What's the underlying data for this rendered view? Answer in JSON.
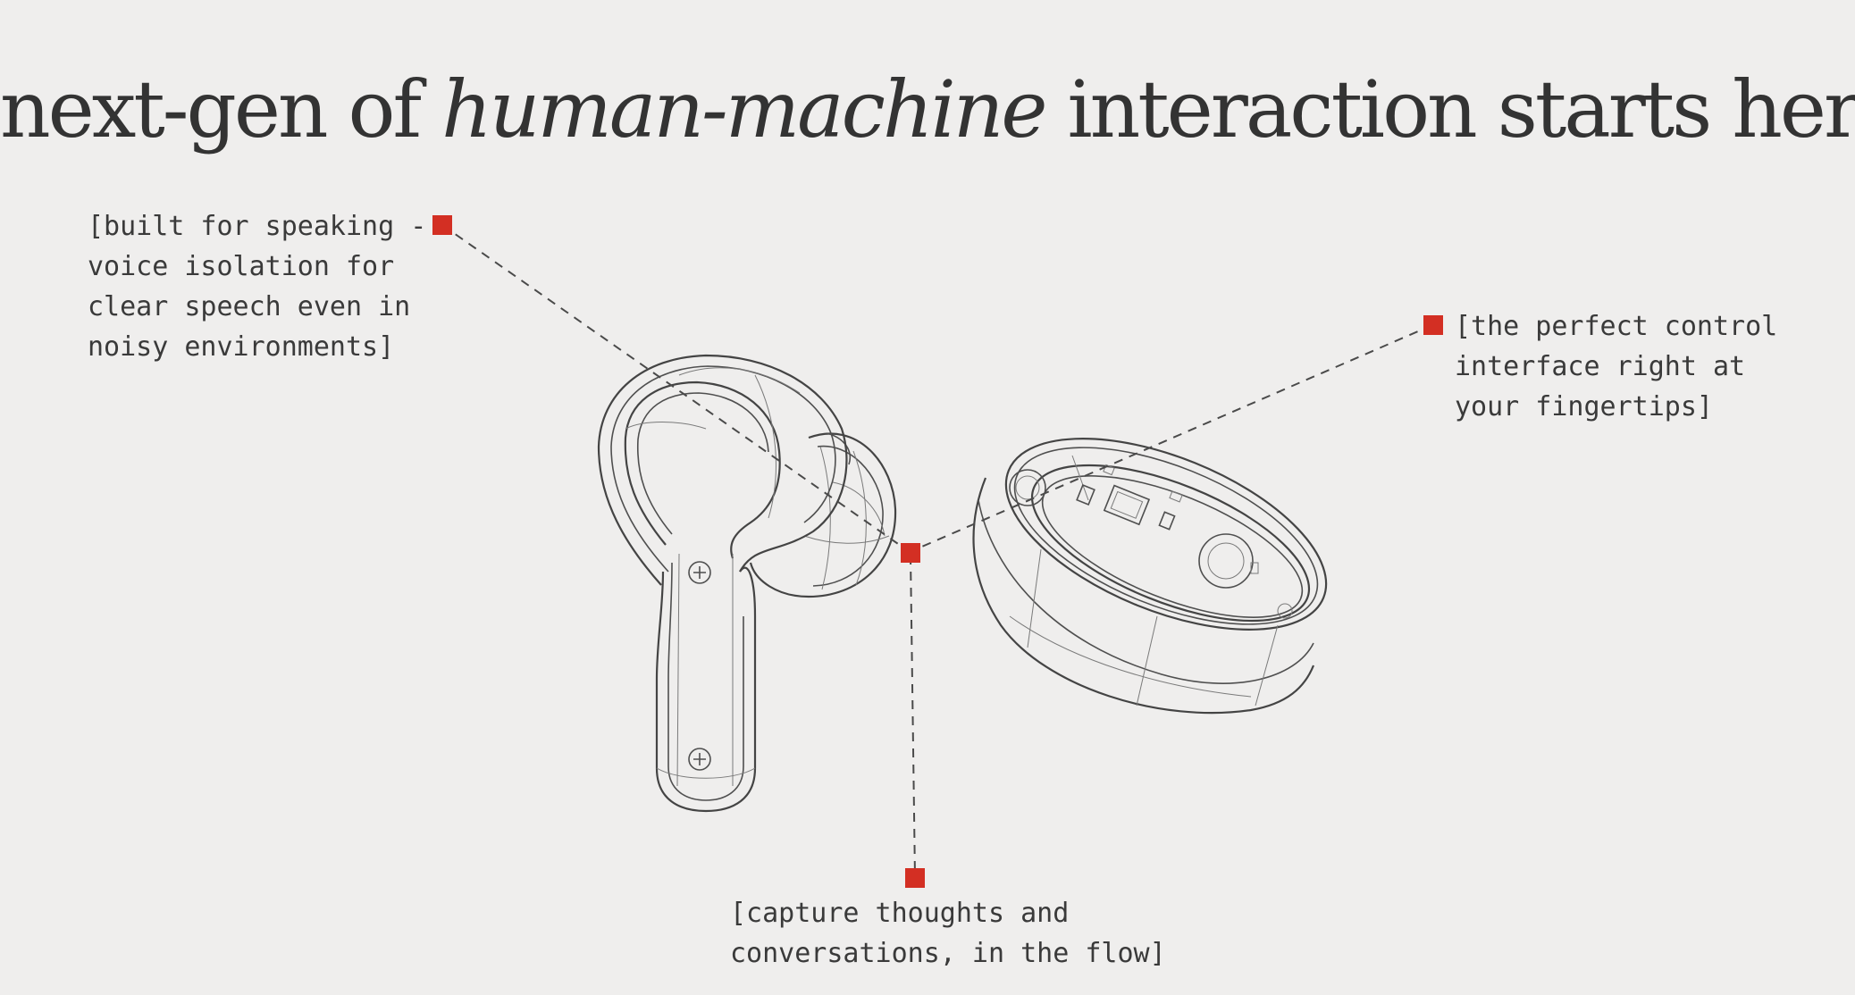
{
  "headline": {
    "before": "next-gen of ",
    "emphasis": "human-machine",
    "after": " interaction starts here"
  },
  "callouts": {
    "speaking": "[built for speaking -\nvoice isolation for\nclear speech even in\nnoisy environments]",
    "control": "[the perfect control\ninterface right at\nyour fingertips]",
    "capture": "[capture thoughts and\nconversations, in the flow]"
  },
  "colors": {
    "background": "#efeeed",
    "marker": "#d32f23",
    "text": "#333333"
  },
  "icons": {
    "earbud": "earbud-illustration",
    "ring": "smart-ring-illustration"
  }
}
